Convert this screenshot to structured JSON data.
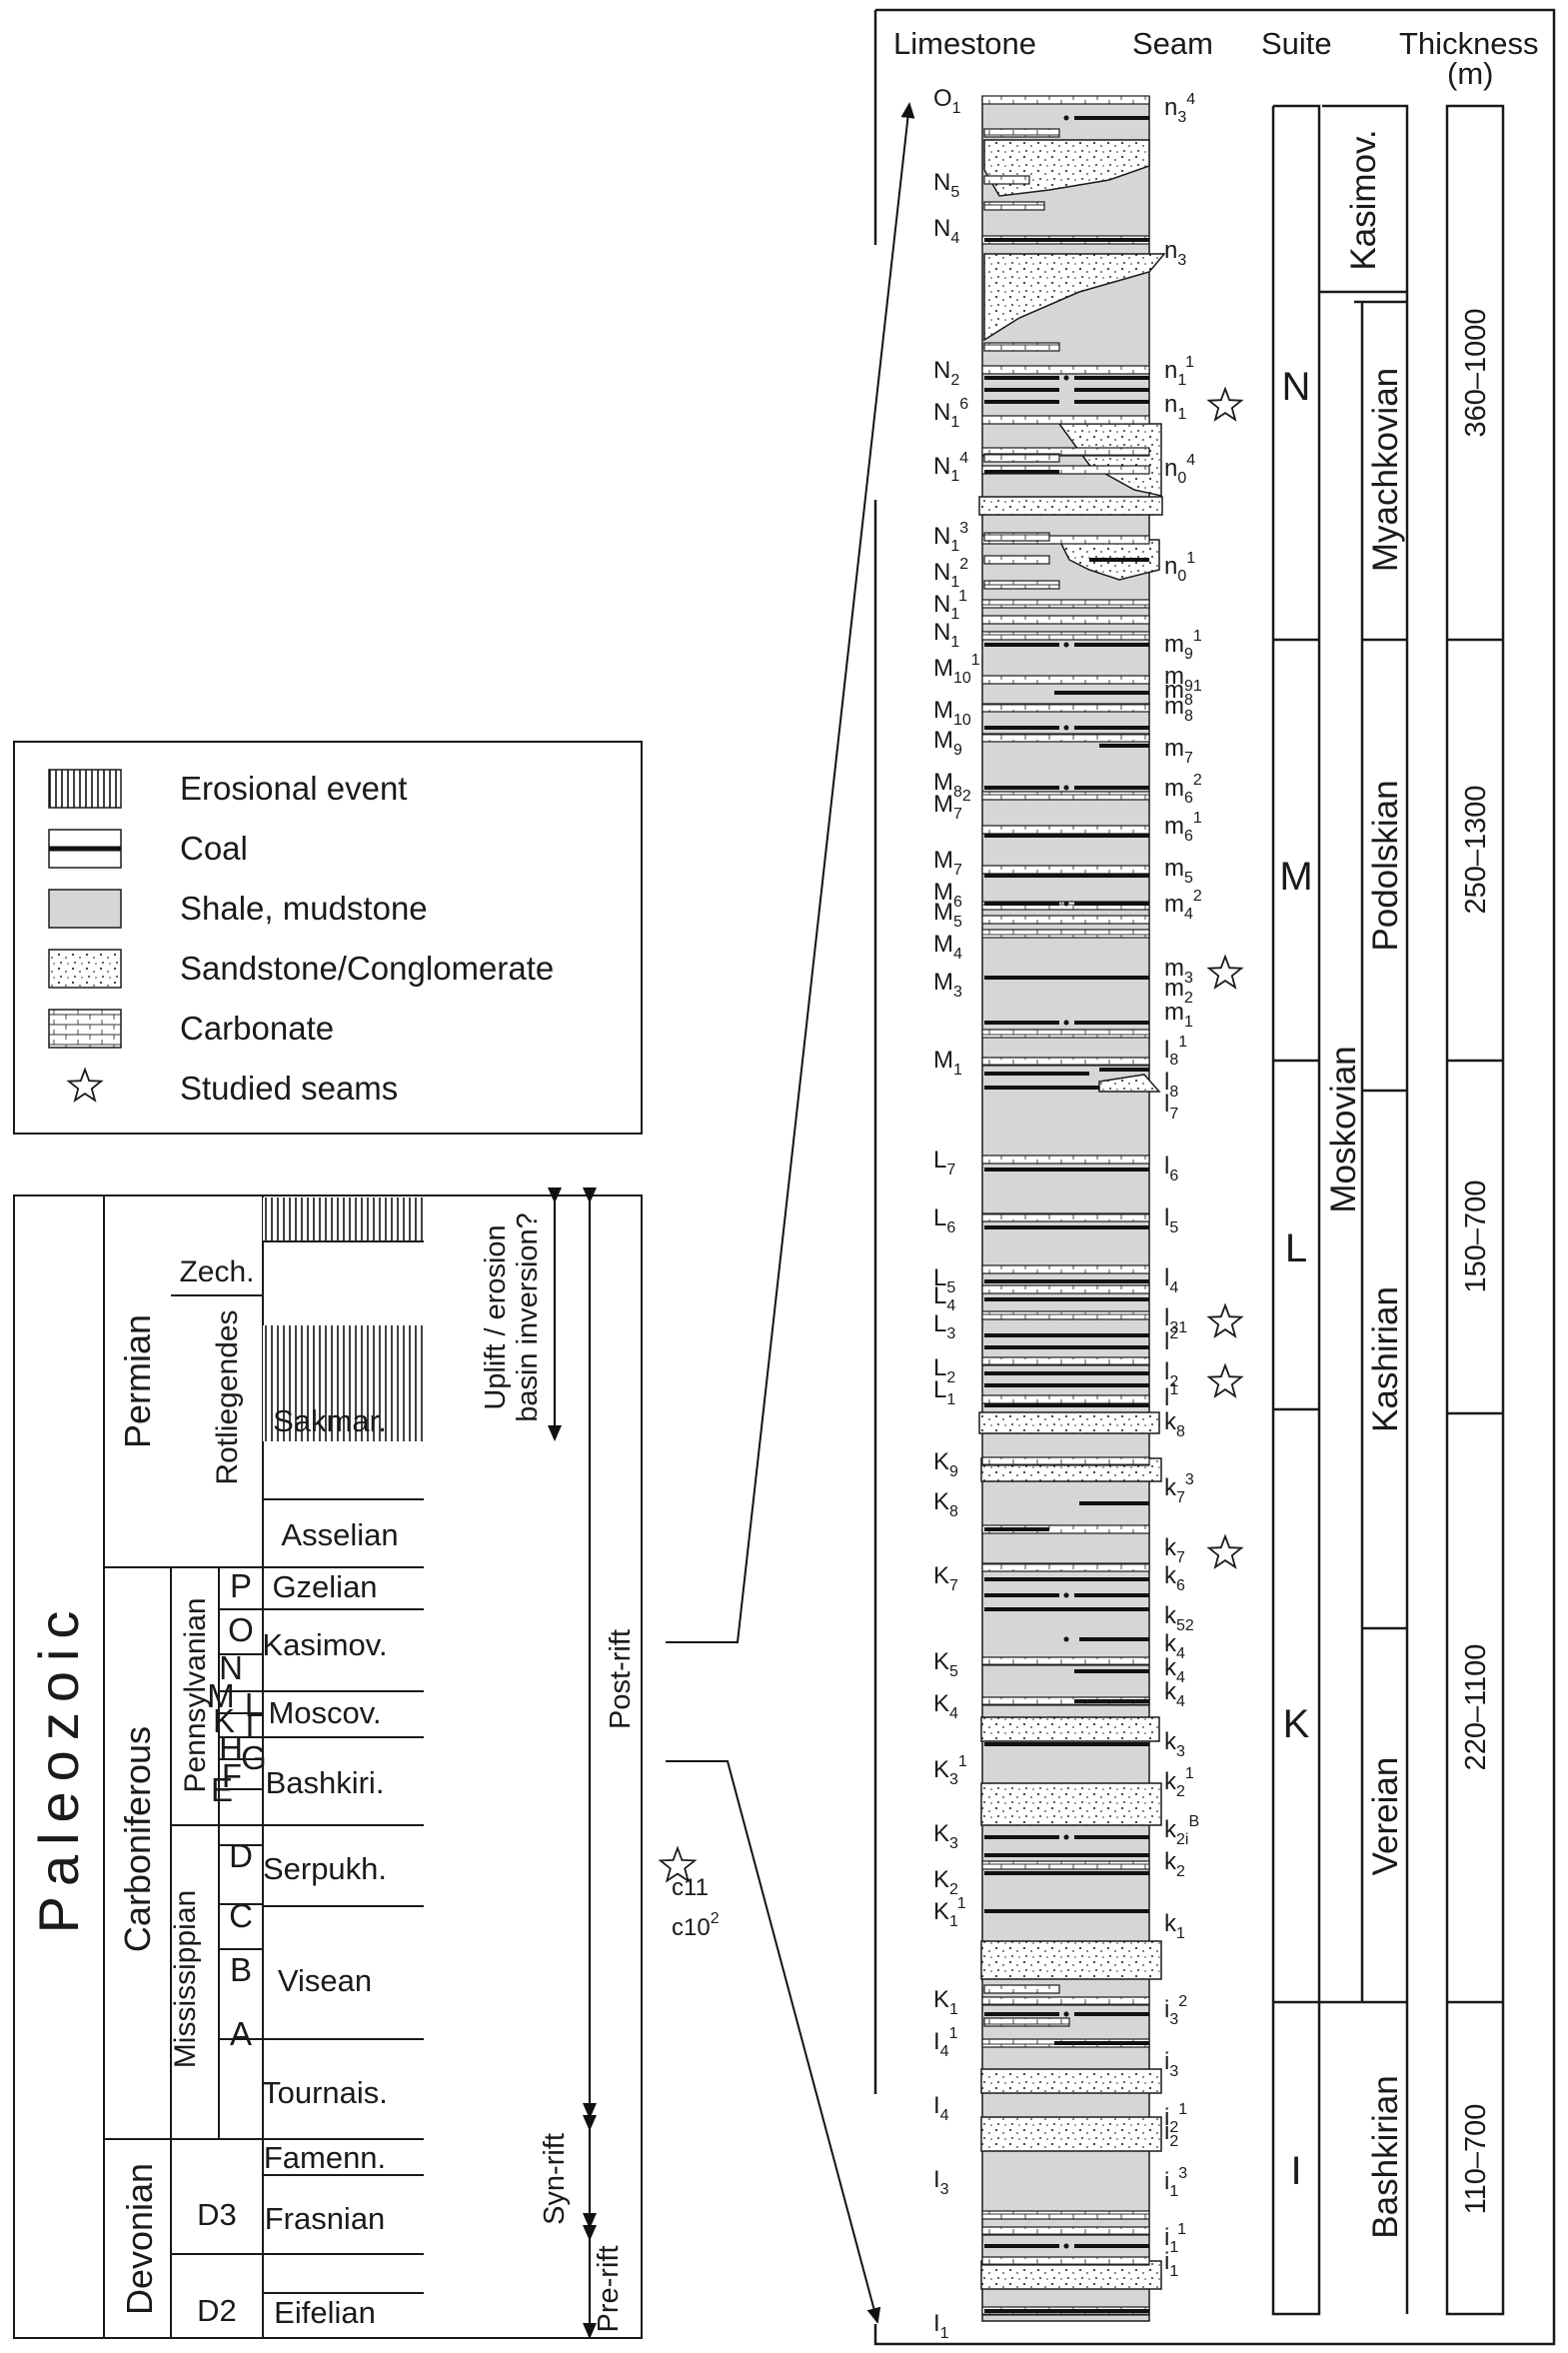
{
  "legend": {
    "items": [
      {
        "key": "erosional",
        "label": "Erosional event"
      },
      {
        "key": "coal",
        "label": "Coal"
      },
      {
        "key": "shale",
        "label": "Shale, mudstone"
      },
      {
        "key": "sandstone",
        "label": "Sandstone/Conglomerate"
      },
      {
        "key": "carbonate",
        "label": "Carbonate"
      },
      {
        "key": "studied",
        "label": "Studied seams"
      }
    ]
  },
  "column": {
    "headers": {
      "limestone": "Limestone",
      "seam": "Seam",
      "suite": "Suite",
      "thickness": "Thickness\n(m)"
    },
    "limestone_labels": [
      {
        "id": "O1",
        "base": "O",
        "sub": "1",
        "sup": ""
      },
      {
        "id": "N5",
        "base": "N",
        "sub": "5",
        "sup": ""
      },
      {
        "id": "N4",
        "base": "N",
        "sub": "4",
        "sup": ""
      },
      {
        "id": "N2",
        "base": "N",
        "sub": "2",
        "sup": ""
      },
      {
        "id": "N1-6",
        "base": "N",
        "sub": "1",
        "sup": "6"
      },
      {
        "id": "N1-4",
        "base": "N",
        "sub": "1",
        "sup": "4"
      },
      {
        "id": "N1-3",
        "base": "N",
        "sub": "1",
        "sup": "3"
      },
      {
        "id": "N1-2",
        "base": "N",
        "sub": "1",
        "sup": "2"
      },
      {
        "id": "N1-1",
        "base": "N",
        "sub": "1",
        "sup": "1"
      },
      {
        "id": "N1",
        "base": "N",
        "sub": "1",
        "sup": ""
      },
      {
        "id": "M10-1",
        "base": "M",
        "sub": "10",
        "sup": "1"
      },
      {
        "id": "M10",
        "base": "M",
        "sub": "10",
        "sup": ""
      },
      {
        "id": "M9",
        "base": "M",
        "sub": "9",
        "sup": ""
      },
      {
        "id": "M8",
        "base": "M",
        "sub": "8",
        "sup": ""
      },
      {
        "id": "M7-2",
        "base": "M",
        "sub": "7",
        "sup": "2"
      },
      {
        "id": "M7",
        "base": "M",
        "sub": "7",
        "sup": ""
      },
      {
        "id": "M6",
        "base": "M",
        "sub": "6",
        "sup": ""
      },
      {
        "id": "M5",
        "base": "M",
        "sub": "5",
        "sup": ""
      },
      {
        "id": "M4",
        "base": "M",
        "sub": "4",
        "sup": ""
      },
      {
        "id": "M3",
        "base": "M",
        "sub": "3",
        "sup": ""
      },
      {
        "id": "M1",
        "base": "M",
        "sub": "1",
        "sup": ""
      },
      {
        "id": "L7",
        "base": "L",
        "sub": "7",
        "sup": ""
      },
      {
        "id": "L6",
        "base": "L",
        "sub": "6",
        "sup": ""
      },
      {
        "id": "L5",
        "base": "L",
        "sub": "5",
        "sup": ""
      },
      {
        "id": "L4",
        "base": "L",
        "sub": "4",
        "sup": ""
      },
      {
        "id": "L3",
        "base": "L",
        "sub": "3",
        "sup": ""
      },
      {
        "id": "L2",
        "base": "L",
        "sub": "2",
        "sup": ""
      },
      {
        "id": "L1",
        "base": "L",
        "sub": "1",
        "sup": ""
      },
      {
        "id": "K9",
        "base": "K",
        "sub": "9",
        "sup": ""
      },
      {
        "id": "K8",
        "base": "K",
        "sub": "8",
        "sup": ""
      },
      {
        "id": "K7",
        "base": "K",
        "sub": "7",
        "sup": ""
      },
      {
        "id": "K5",
        "base": "K",
        "sub": "5",
        "sup": ""
      },
      {
        "id": "K4",
        "base": "K",
        "sub": "4",
        "sup": ""
      },
      {
        "id": "K3-1",
        "base": "K",
        "sub": "3",
        "sup": "1"
      },
      {
        "id": "K3",
        "base": "K",
        "sub": "3",
        "sup": ""
      },
      {
        "id": "K2",
        "base": "K",
        "sub": "2",
        "sup": ""
      },
      {
        "id": "K1-1",
        "base": "K",
        "sub": "1",
        "sup": "1"
      },
      {
        "id": "K1",
        "base": "K",
        "sub": "1",
        "sup": ""
      },
      {
        "id": "I4-1",
        "base": "I",
        "sub": "4",
        "sup": "1"
      },
      {
        "id": "I4",
        "base": "I",
        "sub": "4",
        "sup": ""
      },
      {
        "id": "I3",
        "base": "I",
        "sub": "3",
        "sup": ""
      },
      {
        "id": "I1",
        "base": "I",
        "sub": "1",
        "sup": ""
      }
    ],
    "seam_labels": [
      {
        "id": "n3-4",
        "base": "n",
        "sub": "3",
        "sup": "4"
      },
      {
        "id": "n3",
        "base": "n",
        "sub": "3",
        "sup": ""
      },
      {
        "id": "n1-1",
        "base": "n",
        "sub": "1",
        "sup": "1"
      },
      {
        "id": "n1",
        "base": "n",
        "sub": "1",
        "sup": ""
      },
      {
        "id": "n0-4",
        "base": "n",
        "sub": "0",
        "sup": "4"
      },
      {
        "id": "n0-1",
        "base": "n",
        "sub": "0",
        "sup": "1"
      },
      {
        "id": "m9-1",
        "base": "m",
        "sub": "9",
        "sup": "1"
      },
      {
        "id": "m91",
        "base": "m",
        "sub": "91",
        "sup": ""
      },
      {
        "id": "m8a",
        "base": "m",
        "sub": "8",
        "sup": ""
      },
      {
        "id": "m8b",
        "base": "m",
        "sub": "8",
        "sup": ""
      },
      {
        "id": "m7",
        "base": "m",
        "sub": "7",
        "sup": ""
      },
      {
        "id": "m6-2",
        "base": "m",
        "sub": "6",
        "sup": "2"
      },
      {
        "id": "m6-1",
        "base": "m",
        "sub": "6",
        "sup": "1"
      },
      {
        "id": "m5",
        "base": "m",
        "sub": "5",
        "sup": ""
      },
      {
        "id": "m4-2",
        "base": "m",
        "sub": "4",
        "sup": "2"
      },
      {
        "id": "m3",
        "base": "m",
        "sub": "3",
        "sup": ""
      },
      {
        "id": "m2",
        "base": "m",
        "sub": "2",
        "sup": ""
      },
      {
        "id": "m1",
        "base": "m",
        "sub": "1",
        "sup": ""
      },
      {
        "id": "l8-1",
        "base": "l",
        "sub": "8",
        "sup": "1"
      },
      {
        "id": "l8",
        "base": "l",
        "sub": "8",
        "sup": ""
      },
      {
        "id": "l7",
        "base": "l",
        "sub": "7",
        "sup": ""
      },
      {
        "id": "l6",
        "base": "l",
        "sub": "6",
        "sup": ""
      },
      {
        "id": "l5",
        "base": "l",
        "sub": "5",
        "sup": ""
      },
      {
        "id": "l4",
        "base": "l",
        "sub": "4",
        "sup": ""
      },
      {
        "id": "l31",
        "base": "l",
        "sub": "31",
        "sup": ""
      },
      {
        "id": "l2a",
        "base": "l",
        "sub": "",
        "sup": "2"
      },
      {
        "id": "l2b",
        "base": "l",
        "sub": "2",
        "sup": ""
      },
      {
        "id": "l1",
        "base": "l",
        "sub": "",
        "sup": "1"
      },
      {
        "id": "k8",
        "base": "k",
        "sub": "8",
        "sup": ""
      },
      {
        "id": "k7-3",
        "base": "k",
        "sub": "7",
        "sup": "3"
      },
      {
        "id": "k7",
        "base": "k",
        "sub": "7",
        "sup": ""
      },
      {
        "id": "k6",
        "base": "k",
        "sub": "6",
        "sup": ""
      },
      {
        "id": "k52",
        "base": "k",
        "sub": "52",
        "sup": ""
      },
      {
        "id": "k4a",
        "base": "k",
        "sub": "4",
        "sup": ""
      },
      {
        "id": "k4b",
        "base": "k",
        "sub": "4",
        "sup": ""
      },
      {
        "id": "k4c",
        "base": "k",
        "sub": "4",
        "sup": ""
      },
      {
        "id": "k3",
        "base": "k",
        "sub": "3",
        "sup": ""
      },
      {
        "id": "k2-1",
        "base": "k",
        "sub": "2",
        "sup": "1"
      },
      {
        "id": "k2i-B",
        "base": "k",
        "sub": "2i",
        "sup": "B"
      },
      {
        "id": "k2",
        "base": "k",
        "sub": "2",
        "sup": ""
      },
      {
        "id": "k1",
        "base": "k",
        "sub": "1",
        "sup": ""
      },
      {
        "id": "i3-2",
        "base": "i",
        "sub": "3",
        "sup": "2"
      },
      {
        "id": "i3",
        "base": "i",
        "sub": "3",
        "sup": ""
      },
      {
        "id": "i2-1",
        "base": "i",
        "sub": "2",
        "sup": "1"
      },
      {
        "id": "i2",
        "base": "i",
        "sub": "2",
        "sup": ""
      },
      {
        "id": "i1-3",
        "base": "i",
        "sub": "1",
        "sup": "3"
      },
      {
        "id": "i1-1",
        "base": "i",
        "sub": "1",
        "sup": "1"
      },
      {
        "id": "i1",
        "base": "i",
        "sub": "1",
        "sup": ""
      }
    ],
    "suites": [
      "N",
      "M",
      "L",
      "K",
      "I"
    ],
    "stages_upper": [
      "Kasimov.",
      "Moskovian"
    ],
    "substages": [
      "Myachkovian",
      "Podolskian",
      "Kashirian",
      "Vereian",
      "Bashkirian"
    ],
    "thickness": [
      "360–1000",
      "250–1300",
      "150–700",
      "220–1100",
      "110–700"
    ]
  },
  "stratigraphy": {
    "era": "Paleozoic",
    "periods": [
      "Permian",
      "Carboniferous",
      "Devonian"
    ],
    "subdivisions": [
      "Zech.",
      "Rotliegendes",
      "Pennsylvanian",
      "Mississippian"
    ],
    "letters": [
      "P",
      "O",
      "N",
      "M",
      "K",
      "L",
      "I",
      "H",
      "G",
      "E",
      "F",
      "D",
      "C",
      "B",
      "A",
      "D3",
      "D2"
    ],
    "stages": [
      "Sakmar.",
      "Asselian",
      "Gzelian",
      "Kasimov.",
      "Moscov.",
      "Bashkiri.",
      "Serpukh.",
      "Visean",
      "Tournais.",
      "Famenn.",
      "Frasnian",
      "Eifelian"
    ],
    "tectonics": [
      "Uplift / erosion\nbasin inversion?",
      "Post-rift",
      "Syn-rift",
      "Pre-rift"
    ],
    "marker": {
      "top": "c11",
      "bottom": "c10",
      "bottom_sup": "2"
    }
  },
  "colors": {
    "shale": "#d6d6d6",
    "line": "#1a1a1a",
    "paper": "#ffffff"
  }
}
